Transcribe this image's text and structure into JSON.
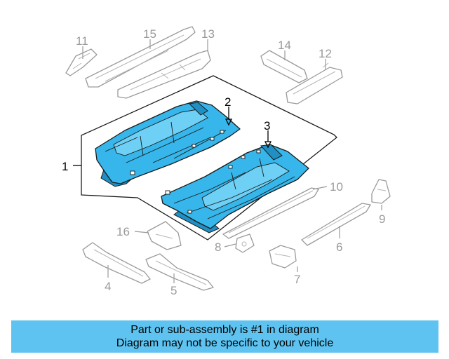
{
  "callouts": {
    "c1": "1",
    "c2": "2",
    "c3": "3",
    "c4": "4",
    "c5": "5",
    "c6": "6",
    "c7": "7",
    "c8": "8",
    "c9": "9",
    "c10": "10",
    "c11": "11",
    "c12": "12",
    "c13": "13",
    "c14": "14",
    "c15": "15",
    "c16": "16"
  },
  "banner": {
    "line1": "Part or sub-assembly is #1 in diagram",
    "line2": "Diagram may not be specific to your vehicle"
  },
  "colors": {
    "highlight": "#36b6ea",
    "banner_bg": "#5ec3f0",
    "ghost_line": "#9a9a9a"
  }
}
